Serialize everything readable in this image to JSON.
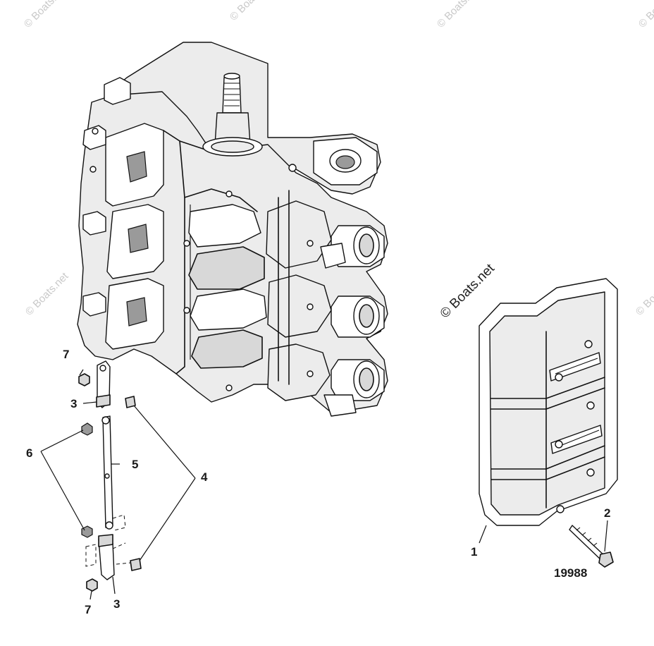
{
  "diagram": {
    "figure_id": "19988",
    "watermarks": {
      "corner": "© Boats.net",
      "center": "© Boats.net"
    },
    "callouts": [
      {
        "id": "c1",
        "label": "1"
      },
      {
        "id": "c2",
        "label": "2"
      },
      {
        "id": "c3a",
        "label": "3"
      },
      {
        "id": "c3b",
        "label": "3"
      },
      {
        "id": "c4",
        "label": "4"
      },
      {
        "id": "c5",
        "label": "5"
      },
      {
        "id": "c6",
        "label": "6"
      },
      {
        "id": "c7a",
        "label": "7"
      },
      {
        "id": "c7b",
        "label": "7"
      }
    ]
  }
}
